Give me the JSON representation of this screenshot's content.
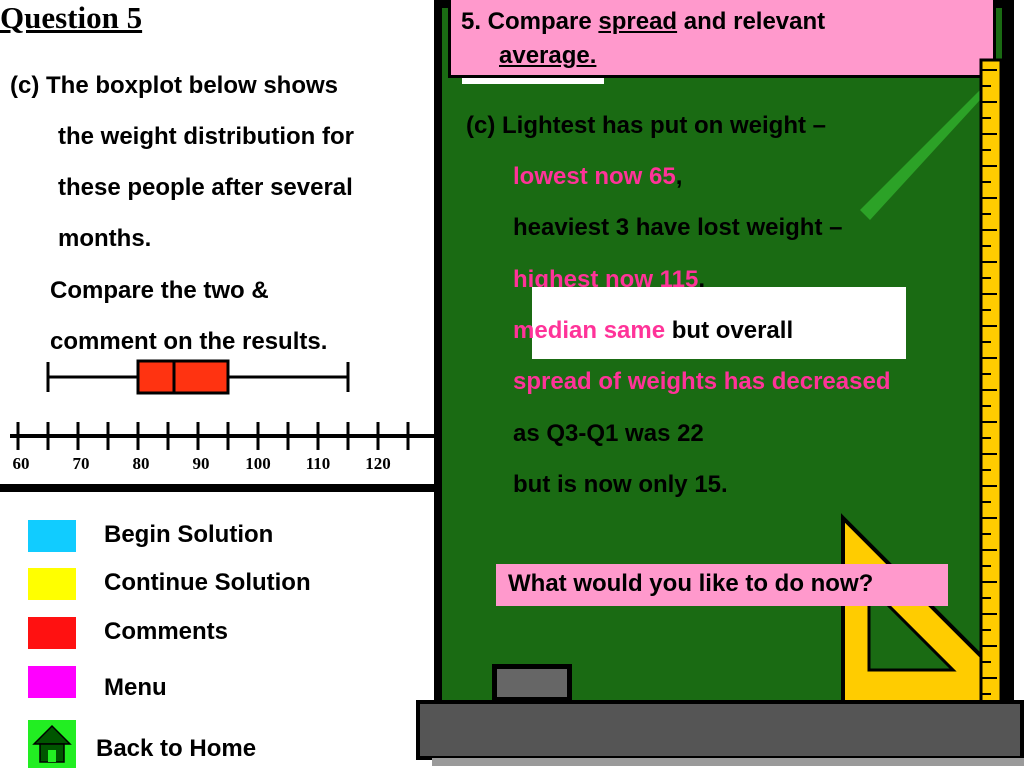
{
  "question": {
    "title": "Question 5",
    "lines": [
      "(c) The boxplot below shows",
      "the weight distribution for",
      "these people after several",
      "months.",
      "Compare the two &",
      "comment on the results."
    ]
  },
  "boxplot": {
    "min": 65,
    "q1": 80,
    "median": 86,
    "q3": 95,
    "max": 115,
    "box_color": "#ff3311"
  },
  "number_line": {
    "labels": [
      "60",
      "70",
      "80",
      "90",
      "100",
      "110",
      "120"
    ]
  },
  "menu": {
    "items": [
      {
        "label": "Begin Solution",
        "color": "#11ccff"
      },
      {
        "label": "Continue Solution",
        "color": "#ffff00"
      },
      {
        "label": "Comments",
        "color": "#ff1111"
      },
      {
        "label": "Menu",
        "color": "#ff00ff"
      }
    ],
    "home_label": "Back to Home",
    "home_color": "#22ee22"
  },
  "board": {
    "title_prefix": "5. Compare ",
    "title_spread": "spread",
    "title_suffix": " and relevant",
    "title_line2": "average.",
    "answer": {
      "line1": "(c)  Lightest has put on weight –",
      "line2_pink": "lowest now 65",
      "line2_tail": ",",
      "line3": "heaviest 3 have lost weight –",
      "line4_pink": "highest now 115",
      "line4_tail": ",",
      "line5_pink": "median same",
      "line5_tail": " but overall",
      "line6_pink": "spread of weights has decreased",
      "line7": "as Q3-Q1 was 22",
      "line8": "but is now only 15."
    },
    "prompt": "What would you like to do now?",
    "colors": {
      "board": "#1a6b13",
      "highlight": "#ff3399",
      "label_box": "#ff99cc",
      "ruler": "#ffcc00"
    }
  }
}
